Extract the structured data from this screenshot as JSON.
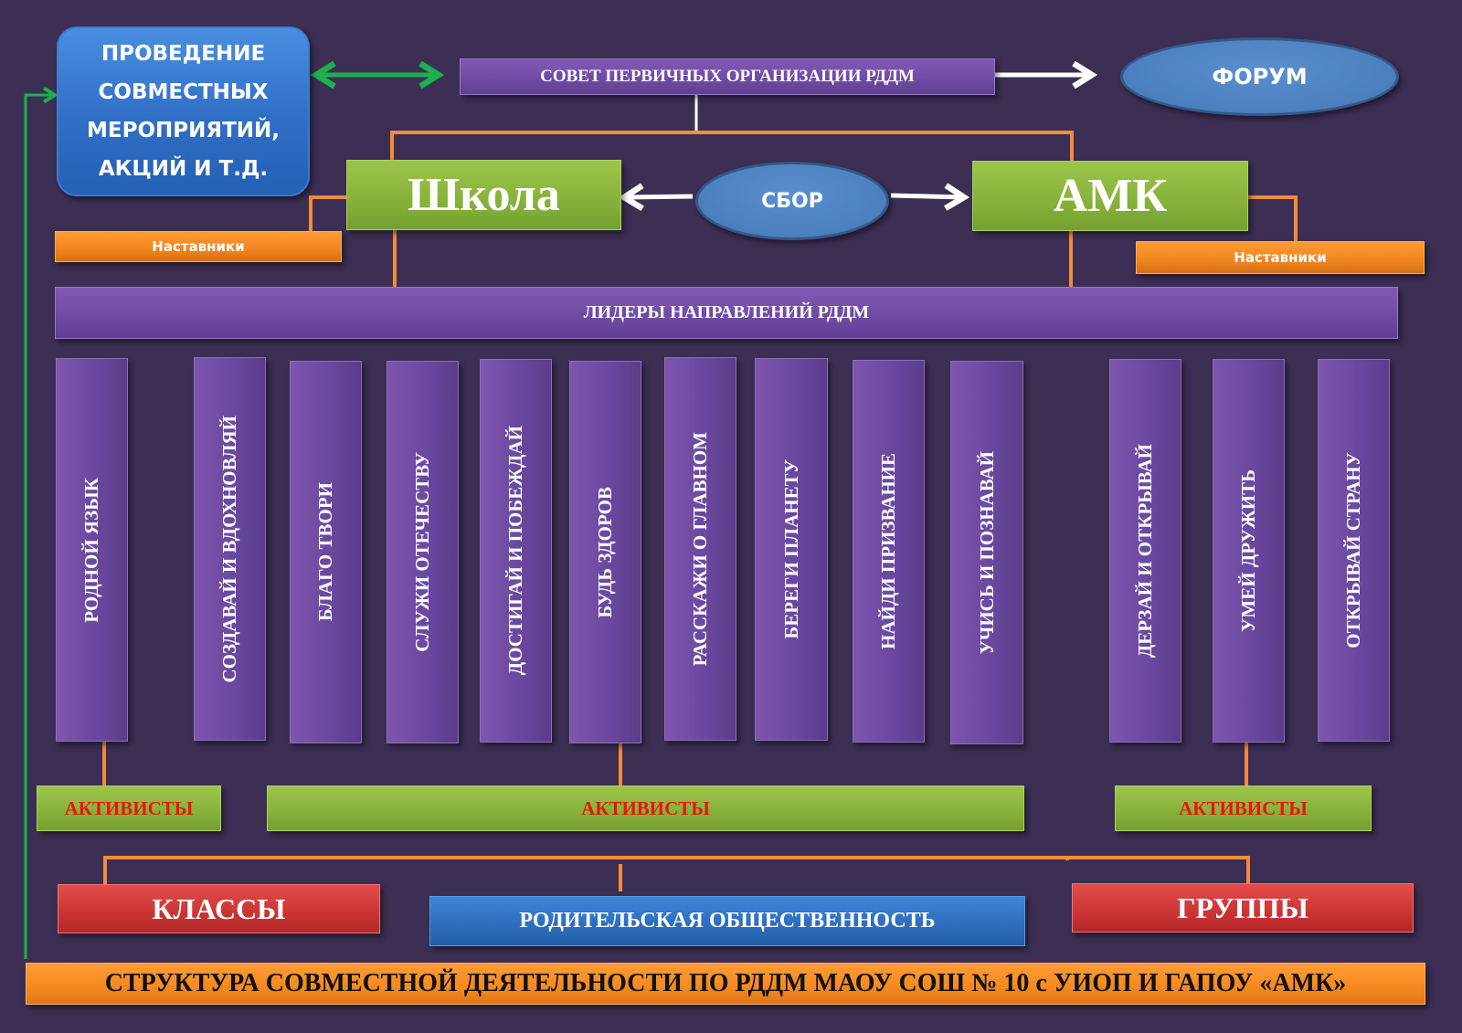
{
  "colors": {
    "background": "#3d2f54",
    "connector_orange": "#f28c3a",
    "connector_green": "#1bb24b",
    "arrow_white": "#ffffff",
    "activists_text": "#e8160c"
  },
  "events_box": {
    "lines": [
      "ПРОВЕДЕНИЕ",
      "СОВМЕСТНЫХ",
      "МЕРОПРИЯТИЙ,",
      "АКЦИЙ И Т.Д."
    ]
  },
  "council": {
    "label": "СОВЕТ ПЕРВИЧНЫХ ОРГАНИЗАЦИИ РДДМ"
  },
  "forum": {
    "label": "ФОРУМ"
  },
  "school": {
    "label": "Школа"
  },
  "gathering": {
    "label": "СБОР"
  },
  "amk": {
    "label": "АМК"
  },
  "mentors_left": {
    "label": "Наставники"
  },
  "mentors_right": {
    "label": "Наставники"
  },
  "leaders": {
    "label": "ЛИДЕРЫ НАПРАВЛЕНИЙ РДДМ"
  },
  "directions": [
    "РОДНОЙ ЯЗЫК",
    "СОЗДАВАЙ И ВДОХНОВЛЯЙ",
    "БЛАГО ТВОРИ",
    "СЛУЖИ ОТЕЧЕСТВУ",
    "ДОСТИГАЙ И ПОБЕЖДАЙ",
    "БУДЬ ЗДОРОВ",
    "РАССКАЖИ О ГЛАВНОМ",
    "БЕРЕГИ ПЛАНЕТУ",
    "НАЙДИ ПРИЗВАНИЕ",
    "УЧИСЬ И ПОЗНАВАЙ",
    "ДЕРЗАЙ И ОТКРЫВАЙ",
    "УМЕЙ  ДРУЖИТЬ",
    "ОТКРЫВАЙ СТРАНУ"
  ],
  "activists": [
    "АКТИВИСТЫ",
    "АКТИВИСТЫ",
    "АКТИВИСТЫ"
  ],
  "classes": {
    "label": "КЛАССЫ"
  },
  "parents": {
    "label": "РОДИТЕЛЬСКАЯ ОБЩЕСТВЕННОСТЬ"
  },
  "groups": {
    "label": "ГРУППЫ"
  },
  "footer": {
    "title": "СТРУКТУРА  СОВМЕСТНОЙ ДЕЯТЕЛЬНОСТИ ПО РДДМ МАОУ СОШ № 10 с УИОП И ГАПОУ «АМК»"
  }
}
